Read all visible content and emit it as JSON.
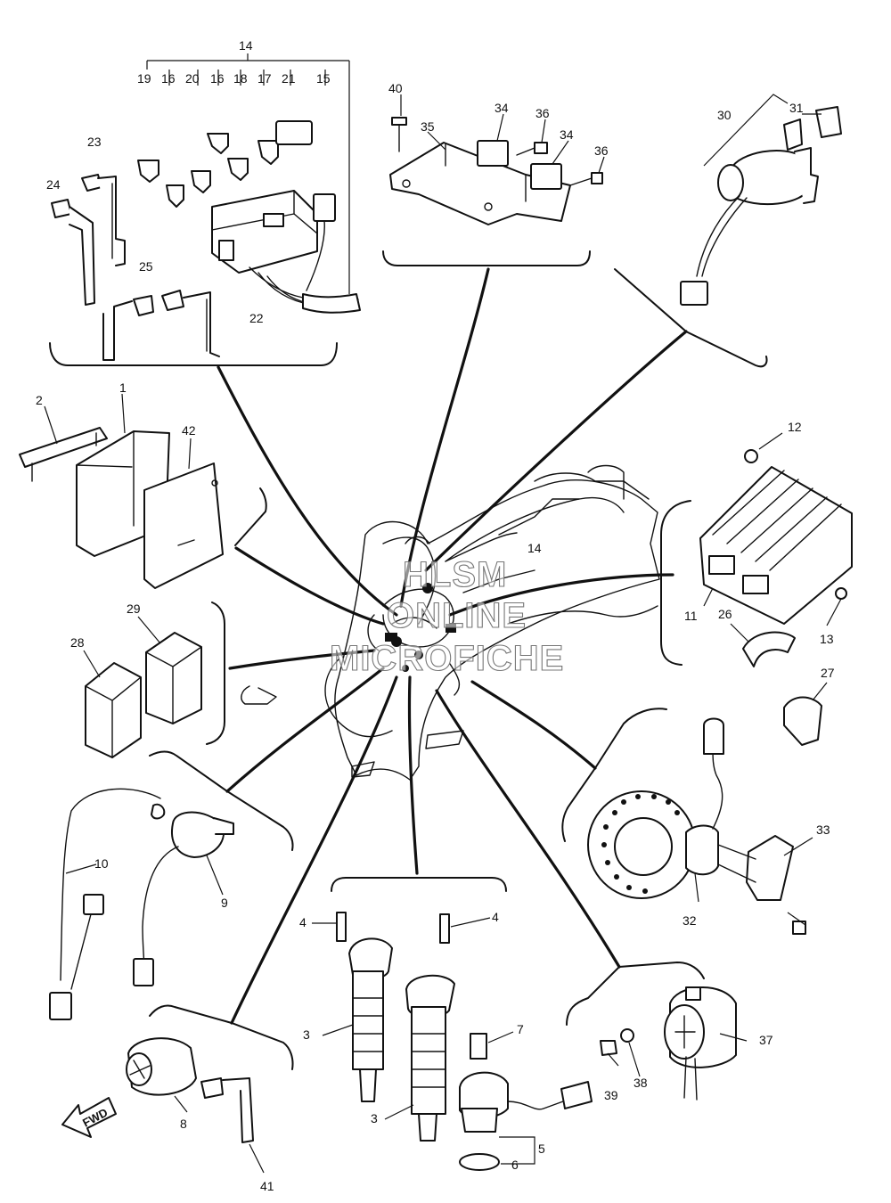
{
  "callouts": {
    "c1": "1",
    "c2": "2",
    "c3a": "3",
    "c3b": "3",
    "c4a": "4",
    "c4b": "4",
    "c5": "5",
    "c6": "6",
    "c7": "7",
    "c8": "8",
    "c9": "9",
    "c10": "10",
    "c11": "11",
    "c12": "12",
    "c13": "13",
    "c14a": "14",
    "c14b": "14",
    "c15": "15",
    "c16a": "16",
    "c16b": "16",
    "c17": "17",
    "c18": "18",
    "c19": "19",
    "c20": "20",
    "c21": "21",
    "c22": "22",
    "c23": "23",
    "c24": "24",
    "c25": "25",
    "c26": "26",
    "c27": "27",
    "c28": "28",
    "c29": "29",
    "c30": "30",
    "c31": "31",
    "c32": "32",
    "c33": "33",
    "c34a": "34",
    "c34b": "34",
    "c35": "35",
    "c36a": "36",
    "c36b": "36",
    "c37": "37",
    "c38": "38",
    "c39": "39",
    "c40": "40",
    "c41": "41",
    "c42": "42"
  },
  "watermark": {
    "line1": "HLSM",
    "line2": "ONLINE",
    "line3": "MICROFICHE"
  },
  "direction_label": "FWD"
}
